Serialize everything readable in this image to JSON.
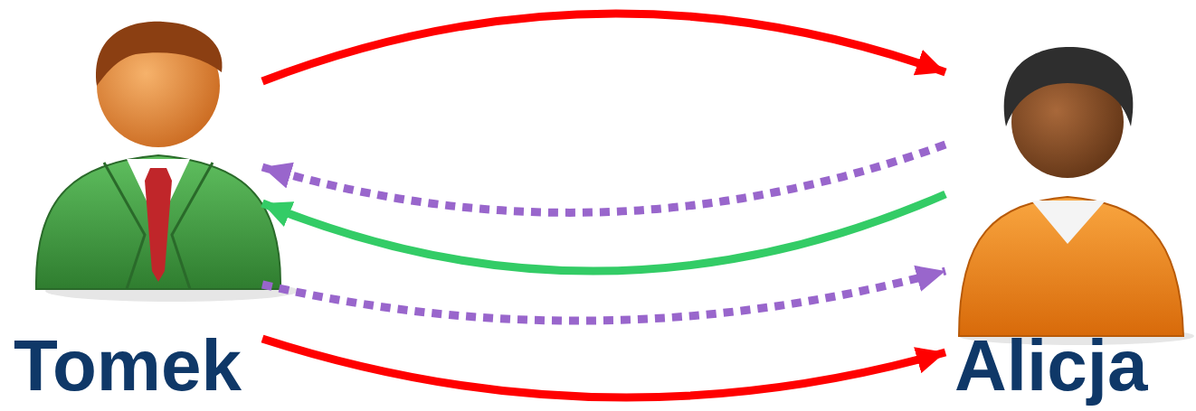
{
  "diagram": {
    "nodes": [
      {
        "text": [
          "Tomek"
        ]
      },
      {
        "text": [
          "Alicja"
        ]
      }
    ],
    "edges": [
      {
        "from": 0,
        "to": 1,
        "arrow": "to"
      },
      {
        "from": 1,
        "to": 0,
        "arrow": "to"
      },
      {
        "from": 1,
        "to": 0,
        "arrow": "to"
      },
      {
        "from": 0,
        "to": 1,
        "arrow": "to"
      },
      {
        "from": 0,
        "to": 1,
        "arrow": "to"
      }
    ]
  }
}
